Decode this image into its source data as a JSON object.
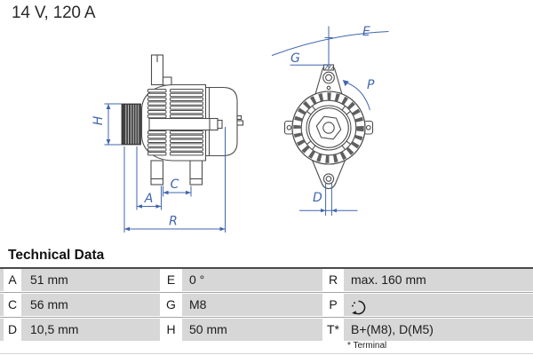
{
  "title": "14 V, 120 A",
  "diagram": {
    "side_view": {
      "labels": {
        "H": "H",
        "A": "A",
        "C": "C",
        "R": "R"
      }
    },
    "front_view": {
      "labels": {
        "E": "E",
        "G": "G",
        "P": "P",
        "D": "D"
      }
    }
  },
  "table": {
    "heading": "Technical Data",
    "rows": [
      {
        "cells": [
          {
            "key": "A",
            "value": "51 mm"
          },
          {
            "key": "E",
            "value": "0 °"
          },
          {
            "key": "R",
            "value": "max. 160 mm"
          }
        ]
      },
      {
        "cells": [
          {
            "key": "C",
            "value": "56 mm"
          },
          {
            "key": "G",
            "value": "M8"
          },
          {
            "key": "P",
            "value": "",
            "icon": "rotation-clockwise-icon"
          }
        ]
      },
      {
        "cells": [
          {
            "key": "D",
            "value": "10,5 mm"
          },
          {
            "key": "H",
            "value": "50 mm"
          },
          {
            "key": "T*",
            "value": "B+(M8), D(M5)"
          }
        ]
      }
    ],
    "footnote": "* Terminal"
  },
  "colors": {
    "dimension_blue": "#4066ab",
    "table_gray": "#d7d7d7",
    "drawing_line": "#4d4d4d",
    "table_top_border": "#4a4a4a"
  }
}
